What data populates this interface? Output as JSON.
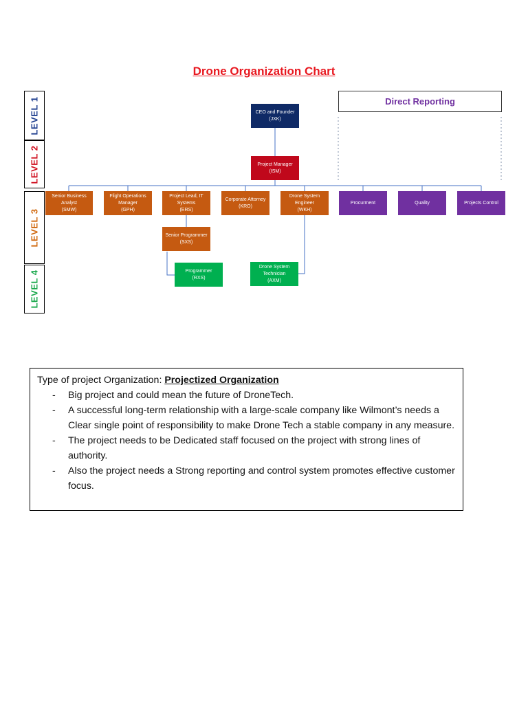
{
  "title": "Drone Organization Chart",
  "levels": [
    {
      "label": "LEVEL 1",
      "color": "#1f3f8f"
    },
    {
      "label": "LEVEL 2",
      "color": "#d01020"
    },
    {
      "label": "LEVEL 3",
      "color": "#d0680e"
    },
    {
      "label": "LEVEL 4",
      "color": "#1aa84c"
    }
  ],
  "direct_reporting": "Direct Reporting",
  "nodes": {
    "ceo": {
      "title": "CEO and Founder",
      "code": "(JXK)"
    },
    "pm": {
      "title": "Project Manager",
      "code": "(ISM)"
    },
    "sba": {
      "title": "Senior Business Analyst",
      "code": "(SMW)"
    },
    "fom": {
      "title": "Flight Operations Manager",
      "code": "(GPH)"
    },
    "plit": {
      "title": "Project Lead, IT Systems",
      "code": "(ERS)"
    },
    "attorney": {
      "title": "Corporate Attorney",
      "code": "(KRO)"
    },
    "dse": {
      "title": "Drone System Engineer",
      "code": "(WKH)"
    },
    "procurement": {
      "title": "Procurment"
    },
    "quality": {
      "title": "Quality"
    },
    "projects_control": {
      "title": "Projects Control"
    },
    "senior_programmer": {
      "title": "Senior Programmer",
      "code": "(SXS)"
    },
    "programmer": {
      "title": "Programmer",
      "code": "(RXS)"
    },
    "dst": {
      "title": "Drone System Technician",
      "code": "(AXM)"
    }
  },
  "description": {
    "lead": "Type of project Organization: ",
    "lead_strong": "Projectized Organization",
    "bullets": [
      "Big project and could mean the future of DroneTech.",
      "A successful long-term relationship with a large-scale company like Wilmont’s needs a Clear single point of responsibility to make Drone Tech a stable company in any measure.",
      "The project needs to be Dedicated staff focused on the project with strong lines of authority.",
      "Also the project needs a Strong reporting and control system promotes effective customer focus."
    ],
    "dash": "-"
  }
}
